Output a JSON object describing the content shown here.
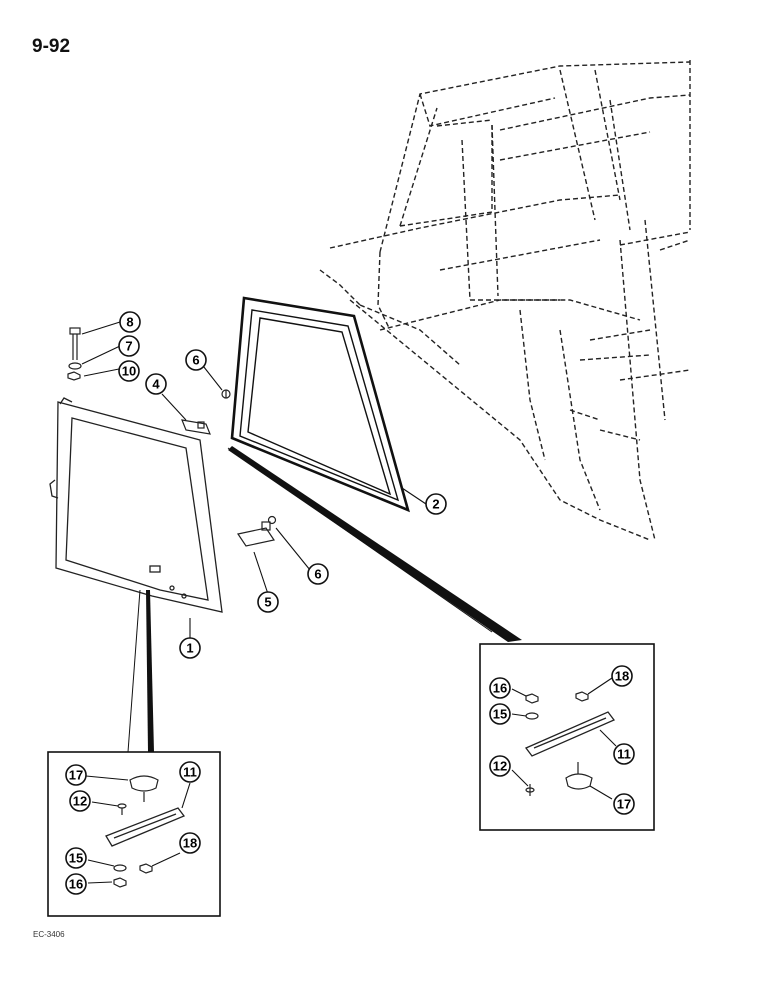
{
  "page": {
    "number": "9-92",
    "figure_code": "EC-3406"
  },
  "callouts": {
    "main": {
      "c1": "1",
      "c2": "2",
      "c4": "4",
      "c5": "5",
      "c6a": "6",
      "c6b": "6",
      "c7": "7",
      "c8": "8",
      "c10": "10"
    },
    "left_inset": {
      "c11": "11",
      "c12": "12",
      "c15": "15",
      "c16": "16",
      "c17": "17",
      "c18": "18"
    },
    "right_inset": {
      "c11": "11",
      "c12": "12",
      "c15": "15",
      "c16": "16",
      "c17": "17",
      "c18": "18"
    }
  }
}
